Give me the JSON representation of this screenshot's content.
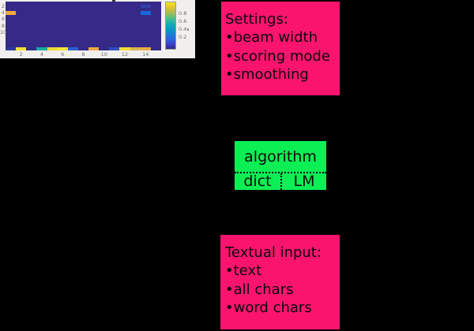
{
  "boxes": {
    "settings": {
      "bg": "#FB146E",
      "title": "Settings:",
      "items": [
        "•beam width",
        "•scoring mode",
        "•smoothing"
      ]
    },
    "algorithm": {
      "bg": "#0CEF54",
      "title": "algorithm",
      "left_option": "dict",
      "right_option": "LM"
    },
    "textual_input": {
      "bg": "#FB146E",
      "title": "Textual input:",
      "items": [
        "•text",
        "•all chars",
        "•word chars"
      ]
    }
  },
  "chart_data": {
    "type": "heatmap",
    "rows": 15,
    "cols": 15,
    "panel_bg": "#F1F0EE",
    "base_color": "#352A87",
    "base_value": 0.02,
    "tick_color": "#6E6E6E",
    "x_ticks": [
      {
        "label": "2",
        "col": 2
      },
      {
        "label": "4",
        "col": 4
      },
      {
        "label": "6",
        "col": 6
      },
      {
        "label": "8",
        "col": 8
      },
      {
        "label": "10",
        "col": 10
      },
      {
        "label": "12",
        "col": 12
      },
      {
        "label": "14",
        "col": 14
      }
    ],
    "y_ticks": [
      {
        "label": "2",
        "row": 2
      },
      {
        "label": "4",
        "row": 4
      },
      {
        "label": "6",
        "row": 6
      },
      {
        "label": "8",
        "row": 8
      },
      {
        "label": "10",
        "row": 10
      }
    ],
    "cells": [
      {
        "row": 2,
        "col": 14,
        "value": 0.08,
        "color": "#333FA8"
      },
      {
        "row": 4,
        "col": 1,
        "value": 0.82,
        "color": "#F4A83B"
      },
      {
        "row": 4,
        "col": 14,
        "value": 0.3,
        "color": "#1C66DB"
      },
      {
        "row": 15,
        "col": 1,
        "value": 0.06,
        "color": "#31379E"
      },
      {
        "row": 15,
        "col": 2,
        "value": 0.95,
        "color": "#F3E138"
      },
      {
        "row": 15,
        "col": 4,
        "value": 0.5,
        "color": "#17ACA2"
      },
      {
        "row": 15,
        "col": 5,
        "value": 0.9,
        "color": "#EDD93A"
      },
      {
        "row": 15,
        "col": 6,
        "value": 0.95,
        "color": "#F5E435"
      },
      {
        "row": 15,
        "col": 7,
        "value": 0.27,
        "color": "#2A60D4"
      },
      {
        "row": 15,
        "col": 9,
        "value": 0.8,
        "color": "#F1A93C"
      },
      {
        "row": 15,
        "col": 11,
        "value": 0.18,
        "color": "#2C4EC4"
      },
      {
        "row": 15,
        "col": 12,
        "value": 0.93,
        "color": "#F2DE36"
      },
      {
        "row": 15,
        "col": 13,
        "value": 0.72,
        "color": "#DCB250"
      },
      {
        "row": 15,
        "col": 14,
        "value": 0.76,
        "color": "#E9AC40"
      }
    ],
    "colorbar": {
      "min": 0,
      "max": 1,
      "ticks": [
        {
          "label": "0.8",
          "value": 0.8
        },
        {
          "label": "0.6",
          "value": 0.6
        },
        {
          "label": "0.4",
          "value": 0.4
        },
        {
          "label": "0.2",
          "value": 0.2
        }
      ],
      "gradient": [
        {
          "pos": 0.0,
          "color": "#352A87"
        },
        {
          "pos": 0.1,
          "color": "#3C40C8"
        },
        {
          "pos": 0.2,
          "color": "#2A63DC"
        },
        {
          "pos": 0.3,
          "color": "#157FD7"
        },
        {
          "pos": 0.4,
          "color": "#0C93C8"
        },
        {
          "pos": 0.5,
          "color": "#0FA8BB"
        },
        {
          "pos": 0.6,
          "color": "#2EB8A2"
        },
        {
          "pos": 0.7,
          "color": "#6FBE78"
        },
        {
          "pos": 0.8,
          "color": "#B5BD4D"
        },
        {
          "pos": 0.9,
          "color": "#E9C42C"
        },
        {
          "pos": 1.0,
          "color": "#F7E51C"
        }
      ]
    }
  }
}
